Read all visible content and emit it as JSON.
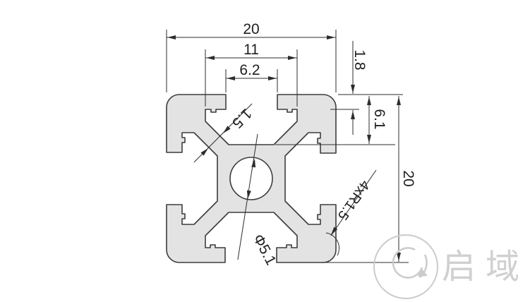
{
  "drawing": {
    "dimensions": {
      "overall_width": "20",
      "slot_inner_width": "11",
      "slot_opening_width": "6.2",
      "lip_thickness": "1.8",
      "slot_depth": "6.1",
      "overall_height": "20",
      "web_thickness": "1.5",
      "center_hole_dia": "Φ5.1",
      "corner_radius": "4xR1.5"
    },
    "watermark": {
      "brand_text": "启域",
      "logo_icon": "q-swirl-logo"
    },
    "colors": {
      "profile_fill": "#e3e3e3",
      "line": "#2d2d2d",
      "dim_text": "#202024",
      "watermark": "#cbcbcb"
    }
  }
}
